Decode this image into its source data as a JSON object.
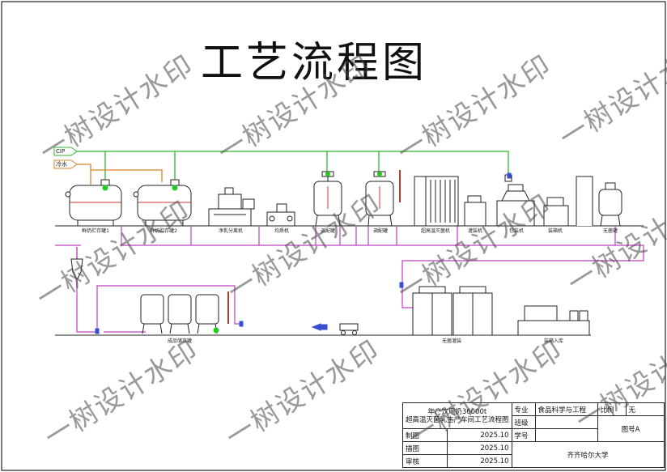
{
  "title": "工艺流程图",
  "watermark": "一树设计水印",
  "pipe_tags": {
    "steam": "CIP",
    "water": "冷水"
  },
  "equipment_labels": {
    "tank1": "鲜奶贮存罐1",
    "tank2": "鲜奶贮存罐2",
    "unit3": "净乳分离机",
    "unit4": "均质机",
    "tank5": "调配罐",
    "tank6": "调配罐",
    "unit7": "超高温灭菌机",
    "unit8": "灌装机",
    "unit9": "包装机",
    "unit10": "装箱机",
    "tank11": "无菌罐",
    "storage": "成品储存罐",
    "filler": "无菌灌装",
    "packer": "装箱入库"
  },
  "title_block": {
    "project_line1": "年产饮用奶36000t",
    "project_line2": "超高温灭菌乳生产车间工艺流程图",
    "row1_c1": "专业",
    "row1_c2": "食品科学与工程",
    "row1_c3": "比例",
    "row1_c4": "无",
    "row2_c1": "班级",
    "row2_c3": "图号A",
    "row3_c1": "制图",
    "row3_date": "2025.10",
    "row3_c3": "学号",
    "row4_c1": "描图",
    "row4_date": "2025.10",
    "row5_c1": "审核",
    "row5_date": "2025.10",
    "school": "齐齐哈尔大学"
  },
  "colors": {
    "ink": "#222222",
    "pipe_green": "#2eb82e",
    "pipe_orange": "#d9822b",
    "pipe_magenta": "#c040c0",
    "pipe_red": "#c0392b",
    "valve_blue": "#3a4fd0",
    "joint_green": "#22cc22"
  }
}
